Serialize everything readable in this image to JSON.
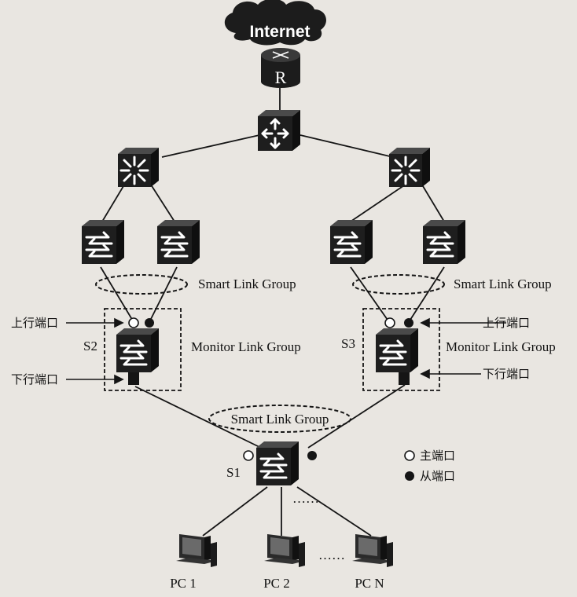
{
  "internet_label": "Internet",
  "router_letter": "R",
  "labels": {
    "slg_top_left": "Smart Link Group",
    "slg_top_right": "Smart Link Group",
    "slg_bottom": "Smart Link Group",
    "mlg_left": "Monitor Link Group",
    "mlg_right": "Monitor Link Group",
    "s1": "S1",
    "s2": "S2",
    "s3": "S3",
    "uplink_left": "上行端口",
    "downlink_left": "下行端口",
    "uplink_right": "上行端口",
    "downlink_right": "下行端口",
    "legend_master": "主端口",
    "legend_slave": "从端口",
    "pc1": "PC 1",
    "pc2": "PC 2",
    "pcn": "PC N",
    "dots_switch": "……",
    "dots_pc": "……"
  },
  "icons": {
    "core_router": "router-cloud-icon",
    "l3_switch": "multilayer-switch-icon",
    "access_switch": "switch-icon",
    "pc": "computer-icon"
  },
  "colors": {
    "device": "#1e1e1e",
    "line": "#151515",
    "background": "#e9e6e1"
  }
}
